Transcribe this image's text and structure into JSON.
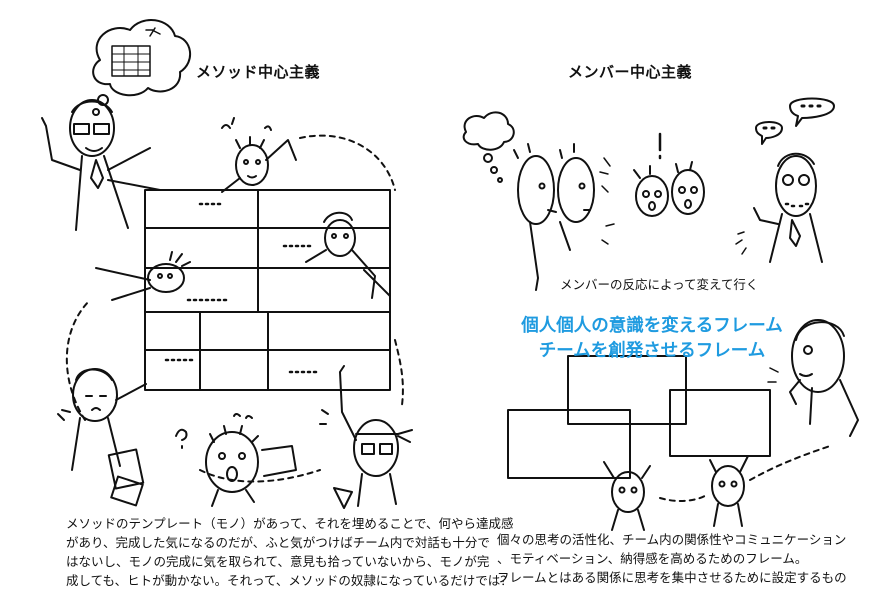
{
  "left": {
    "title": "メソッド中心主義",
    "caption": [
      "メソッドのテンプレート（モノ）があって、それを埋めることで、何やら達成感",
      "があり、完成した気になるのだが、ふと気がつけばチーム内で対話も十分で",
      "はないし、モノの完成に気を取られて、意見も拾っていないから、モノが完",
      "成しても、ヒトが動かない。それって、メソッドの奴隷になっているだけでは？"
    ]
  },
  "right": {
    "title": "メンバー中心主義",
    "note": "メンバーの反応によって変えて行く",
    "headline": [
      "個人個人の意識を変えるフレーム",
      "チームを創発させるフレーム"
    ],
    "caption": [
      "個々の思考の活性化、チーム内の関係性やコミュニケーション",
      "、モティベーション、納得感を高めるためのフレーム。",
      "フレームとはある関係に思考を集中させるために設定するもの"
    ]
  },
  "colors": {
    "accent": "#1f9be0",
    "ink": "#111111"
  }
}
